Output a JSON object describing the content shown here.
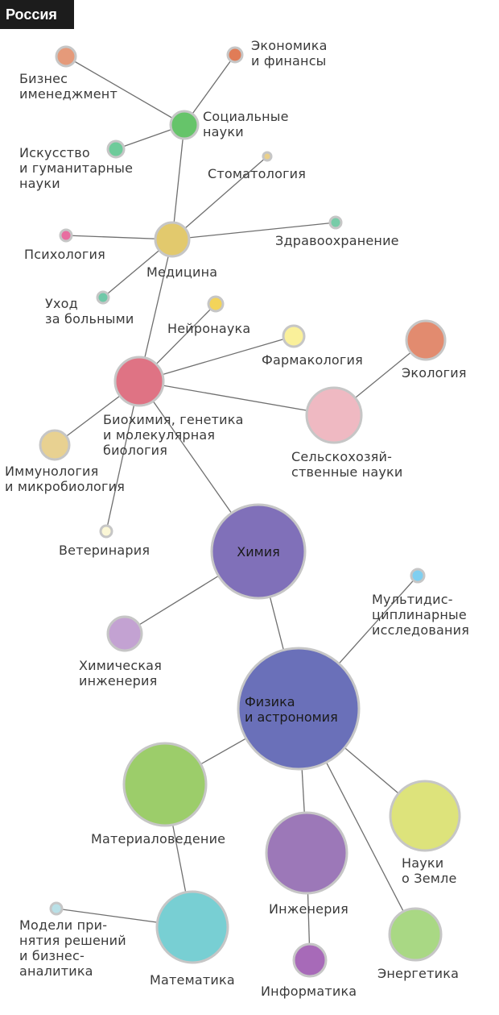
{
  "header": {
    "title": "Россия"
  },
  "palette": {
    "social": "#66c46a",
    "medicine": "#e2c96d",
    "biochem": "#df7384",
    "chemistry": "#8070b9",
    "physics": "#6a70b9",
    "business": "#e59a7a",
    "economics": "#e07c57",
    "arts": "#6ecb9a",
    "dentistry": "#ead08a",
    "psychology": "#e86ea0",
    "health": "#78cca8",
    "nursing": "#70c8a8",
    "neuro": "#f3d45a",
    "pharma": "#faf09a",
    "ecology": "#e28b6f",
    "agri": "#efb9c2",
    "immuno": "#e8d191",
    "vet": "#fbf7d6",
    "chemeng": "#c3a2d2",
    "multi": "#7fcff0",
    "materials": "#9ccd6a",
    "earth": "#dde37b",
    "engineering": "#9c78b8",
    "math": "#78cfd3",
    "decision": "#b9e0e7",
    "informatics": "#a76ab8",
    "energy": "#a9d884"
  },
  "nodes": [
    {
      "id": "business",
      "label": [
        "Бизнес",
        "именеджмент"
      ]
    },
    {
      "id": "economics",
      "label": [
        "Экономика",
        "и финансы"
      ]
    },
    {
      "id": "social",
      "label": [
        "Социальные",
        "науки"
      ]
    },
    {
      "id": "arts",
      "label": [
        "Искусство",
        "и гуманитарные",
        "науки"
      ]
    },
    {
      "id": "dentistry",
      "label": [
        "Стоматология"
      ]
    },
    {
      "id": "psychology",
      "label": [
        "Психология"
      ]
    },
    {
      "id": "medicine",
      "label": [
        "Медицина"
      ]
    },
    {
      "id": "health",
      "label": [
        "Здравоохранение"
      ]
    },
    {
      "id": "nursing",
      "label": [
        "Уход",
        "за больными"
      ]
    },
    {
      "id": "neuro",
      "label": [
        "Нейронаука"
      ]
    },
    {
      "id": "pharma",
      "label": [
        "Фармакология"
      ]
    },
    {
      "id": "ecology",
      "label": [
        "Экология"
      ]
    },
    {
      "id": "biochem",
      "label": [
        "Биохимия, генетика",
        "и молекулярная",
        "биология"
      ]
    },
    {
      "id": "agri",
      "label": [
        "Сельскохозяй-",
        "ственные науки"
      ]
    },
    {
      "id": "immuno",
      "label": [
        "Иммунология",
        "и микробиология"
      ]
    },
    {
      "id": "vet",
      "label": [
        "Ветеринария"
      ]
    },
    {
      "id": "chemistry",
      "label": [
        "Химия"
      ]
    },
    {
      "id": "multi",
      "label": [
        "Мультидис-",
        "циплинарные",
        "исследования"
      ]
    },
    {
      "id": "chemeng",
      "label": [
        "Химическая",
        "инженерия"
      ]
    },
    {
      "id": "physics",
      "label": [
        "Физика",
        "и астрономия"
      ]
    },
    {
      "id": "materials",
      "label": [
        "Материаловедение"
      ]
    },
    {
      "id": "earth",
      "label": [
        "Науки",
        "о Земле"
      ]
    },
    {
      "id": "engineering",
      "label": [
        "Инженерия"
      ]
    },
    {
      "id": "decision",
      "label": [
        "Модели при-",
        "нятия решений",
        "и бизнес-",
        "аналитика"
      ]
    },
    {
      "id": "math",
      "label": [
        "Математика"
      ]
    },
    {
      "id": "informatics",
      "label": [
        "Информатика"
      ]
    },
    {
      "id": "energy",
      "label": [
        "Энергетика"
      ]
    }
  ],
  "edges": [
    [
      "business",
      "social"
    ],
    [
      "economics",
      "social"
    ],
    [
      "arts",
      "social"
    ],
    [
      "social",
      "medicine"
    ],
    [
      "dentistry",
      "medicine"
    ],
    [
      "psychology",
      "medicine"
    ],
    [
      "health",
      "medicine"
    ],
    [
      "nursing",
      "medicine"
    ],
    [
      "medicine",
      "biochem"
    ],
    [
      "neuro",
      "biochem"
    ],
    [
      "pharma",
      "biochem"
    ],
    [
      "agri",
      "biochem"
    ],
    [
      "ecology",
      "agri"
    ],
    [
      "immuno",
      "biochem"
    ],
    [
      "vet",
      "biochem"
    ],
    [
      "chemistry",
      "biochem"
    ],
    [
      "chemeng",
      "chemistry"
    ],
    [
      "chemistry",
      "physics"
    ],
    [
      "multi",
      "physics"
    ],
    [
      "materials",
      "physics"
    ],
    [
      "earth",
      "physics"
    ],
    [
      "engineering",
      "physics"
    ],
    [
      "energy",
      "physics"
    ],
    [
      "math",
      "materials"
    ],
    [
      "decision",
      "math"
    ],
    [
      "informatics",
      "engineering"
    ]
  ]
}
